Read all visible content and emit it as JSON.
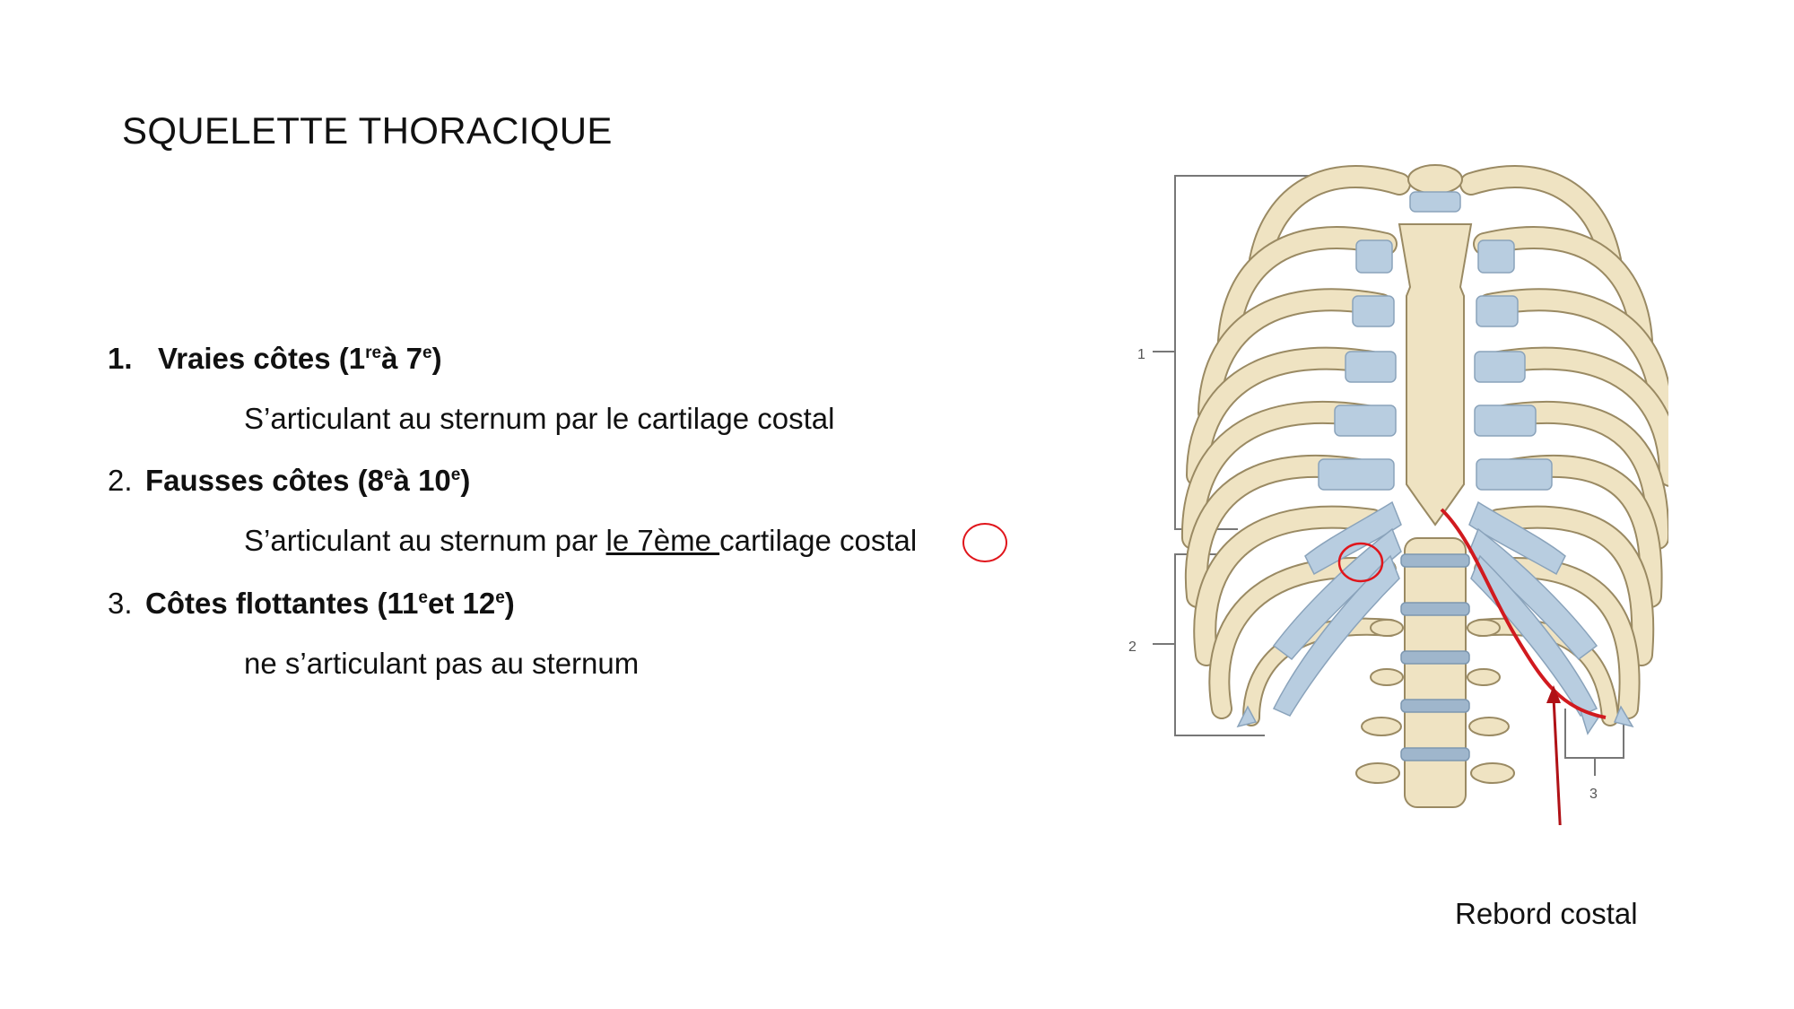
{
  "title": "SQUELETTE THORACIQUE",
  "items": [
    {
      "number": "1.",
      "label": "Vraies côtes (1",
      "sup1": "re",
      "mid": "à 7",
      "sup2": "e",
      "end": ")",
      "description": "S’articulant au sternum par le cartilage costal"
    },
    {
      "number": "2.",
      "label": "Fausses côtes (8",
      "sup1": "e",
      "mid": "à 10",
      "sup2": "e",
      "end": ")",
      "description_before": "S’articulant au sternum par ",
      "description_underlined": "le 7ème ",
      "description_after": "cartilage costal"
    },
    {
      "number": "3.",
      "label": "Côtes flottantes (11",
      "sup1": "e",
      "mid": "et 12",
      "sup2": "e",
      "end": ")",
      "description": "ne s’articulant pas au sternum"
    }
  ],
  "figure": {
    "bracket_labels": [
      "1",
      "2",
      "3"
    ],
    "callout_label": "Rebord costal",
    "colors": {
      "bone": "#efe3c2",
      "bone_outline": "#9a8a63",
      "cartilage": "#b8cde0",
      "annotation": "#e0151b",
      "arrow": "#b01116"
    }
  }
}
